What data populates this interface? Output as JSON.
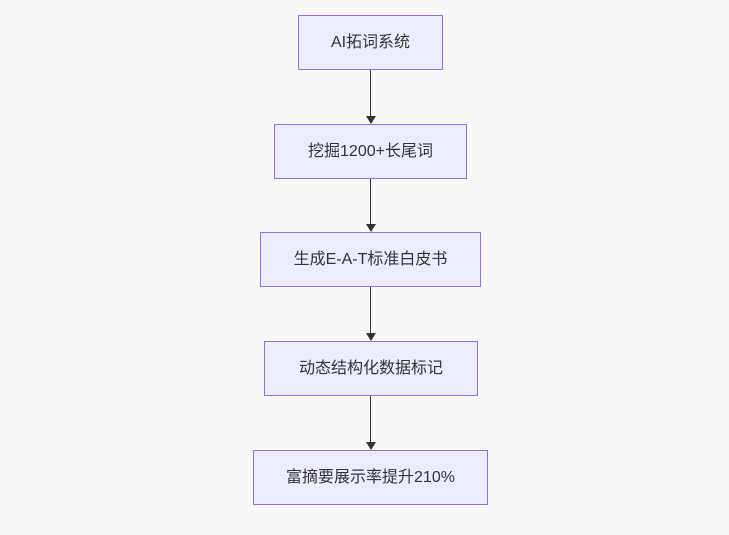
{
  "flowchart": {
    "type": "flowchart-top-down",
    "background_color": "#f8f8f8",
    "node_fill_color": "#ececff",
    "node_border_color": "#9370db",
    "edge_color": "#333333",
    "text_color": "#333333",
    "nodes": [
      {
        "id": "n1",
        "label": "AI拓词系统"
      },
      {
        "id": "n2",
        "label": "挖掘1200+长尾词"
      },
      {
        "id": "n3",
        "label": "生成E-A-T标准白皮书"
      },
      {
        "id": "n4",
        "label": "动态结构化数据标记"
      },
      {
        "id": "n5",
        "label": "富摘要展示率提升210%"
      }
    ],
    "edges": [
      {
        "from": "AI拓词系统",
        "to": "挖掘1200+长尾词"
      },
      {
        "from": "挖掘1200+长尾词",
        "to": "生成E-A-T标准白皮书"
      },
      {
        "from": "生成E-A-T标准白皮书",
        "to": "动态结构化数据标记"
      },
      {
        "from": "动态结构化数据标记",
        "to": "富摘要展示率提升210%"
      }
    ]
  }
}
